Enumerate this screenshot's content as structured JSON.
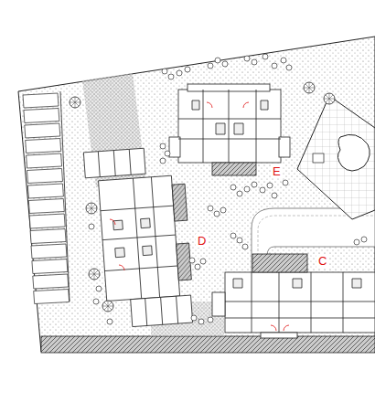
{
  "diagram": {
    "labels": [
      "E",
      "D",
      "C"
    ]
  }
}
